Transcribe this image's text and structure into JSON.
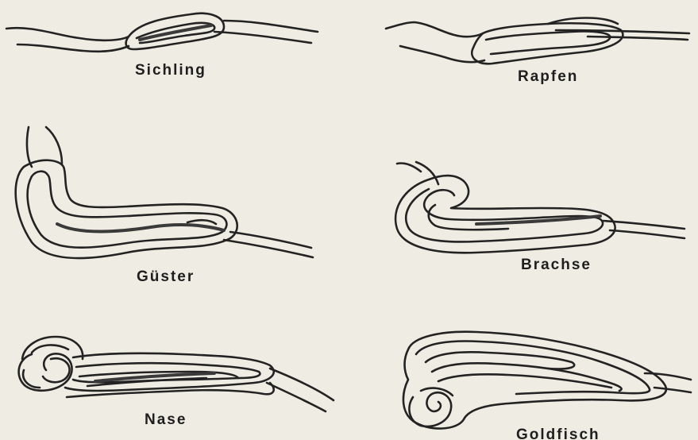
{
  "figure": {
    "colors": {
      "paper": "#efece4",
      "ink": "#232323",
      "show_through": "#c7c2b6"
    },
    "panels": [
      {
        "id": "sichling",
        "label": "Sichling"
      },
      {
        "id": "rapfen",
        "label": "Rapfen"
      },
      {
        "id": "guester",
        "label": "Güster"
      },
      {
        "id": "brachse",
        "label": "Brachse"
      },
      {
        "id": "nase",
        "label": "Nase"
      },
      {
        "id": "goldfisch",
        "label": "Goldfisch"
      }
    ]
  }
}
